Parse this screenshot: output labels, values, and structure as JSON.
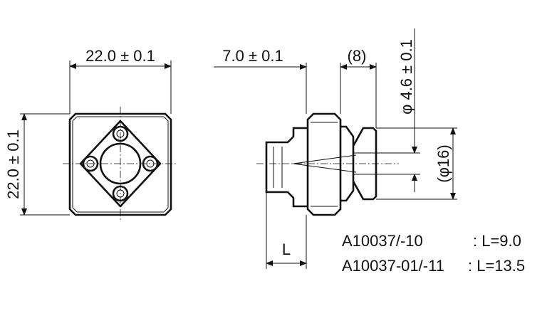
{
  "front_view": {
    "width_dim": "22.0 ± 0.1",
    "height_dim": "22.0 ± 0.1"
  },
  "side_view": {
    "body_dim": "7.0 ± 0.1",
    "ref_dim": "(8)",
    "bore_dim": "φ 4.6 ± 0.1",
    "outer_dim": "(φ16)",
    "length_label": "L"
  },
  "notes": [
    {
      "model": "A10037/-10",
      "spec": ": L=9.0"
    },
    {
      "model": "A10037-01/-11",
      "spec": ": L=13.5"
    }
  ]
}
